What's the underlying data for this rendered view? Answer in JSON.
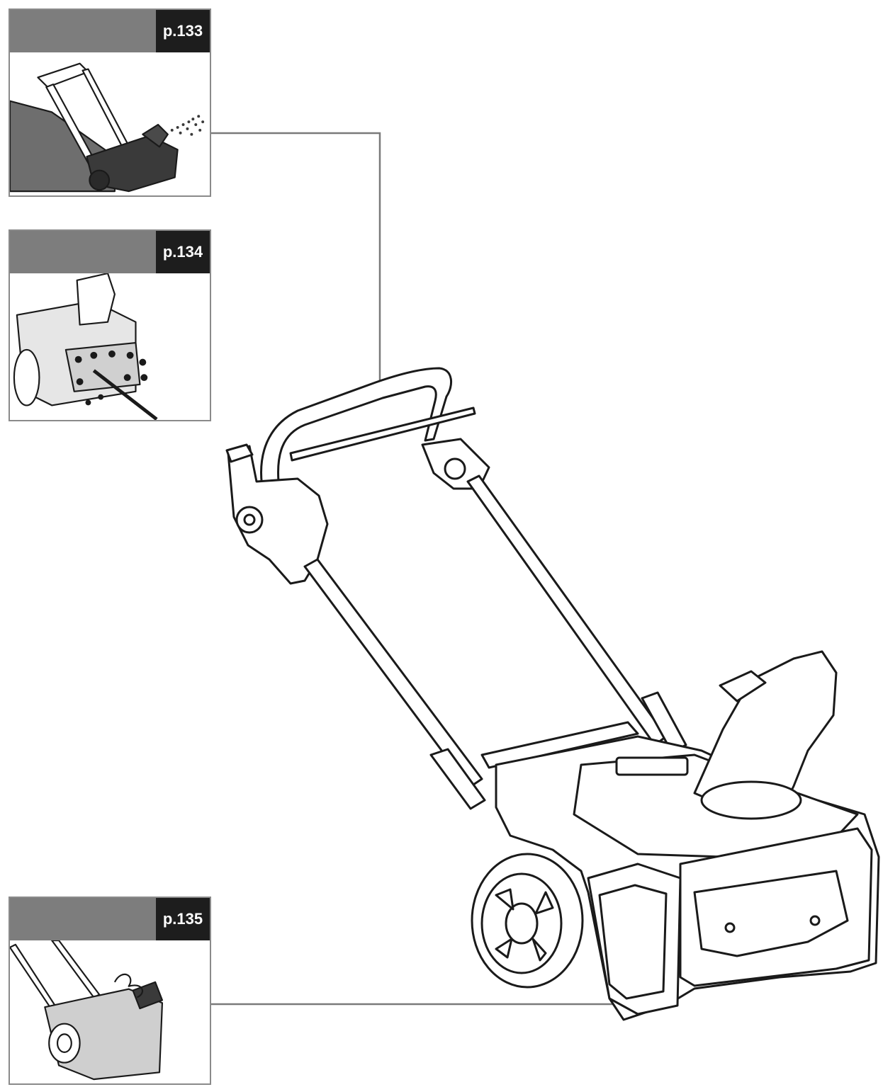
{
  "panels": [
    {
      "page": "p.133",
      "icon": "snow-throwing-illustration"
    },
    {
      "page": "p.134",
      "icon": "chute-bolts-illustration"
    },
    {
      "page": "p.135",
      "icon": "clearing-clog-illustration"
    }
  ],
  "colors": {
    "header": "#7d7d7d",
    "tag": "#1d1d1d",
    "leader": "#7a7a7a",
    "line": "#1a1a1a"
  }
}
